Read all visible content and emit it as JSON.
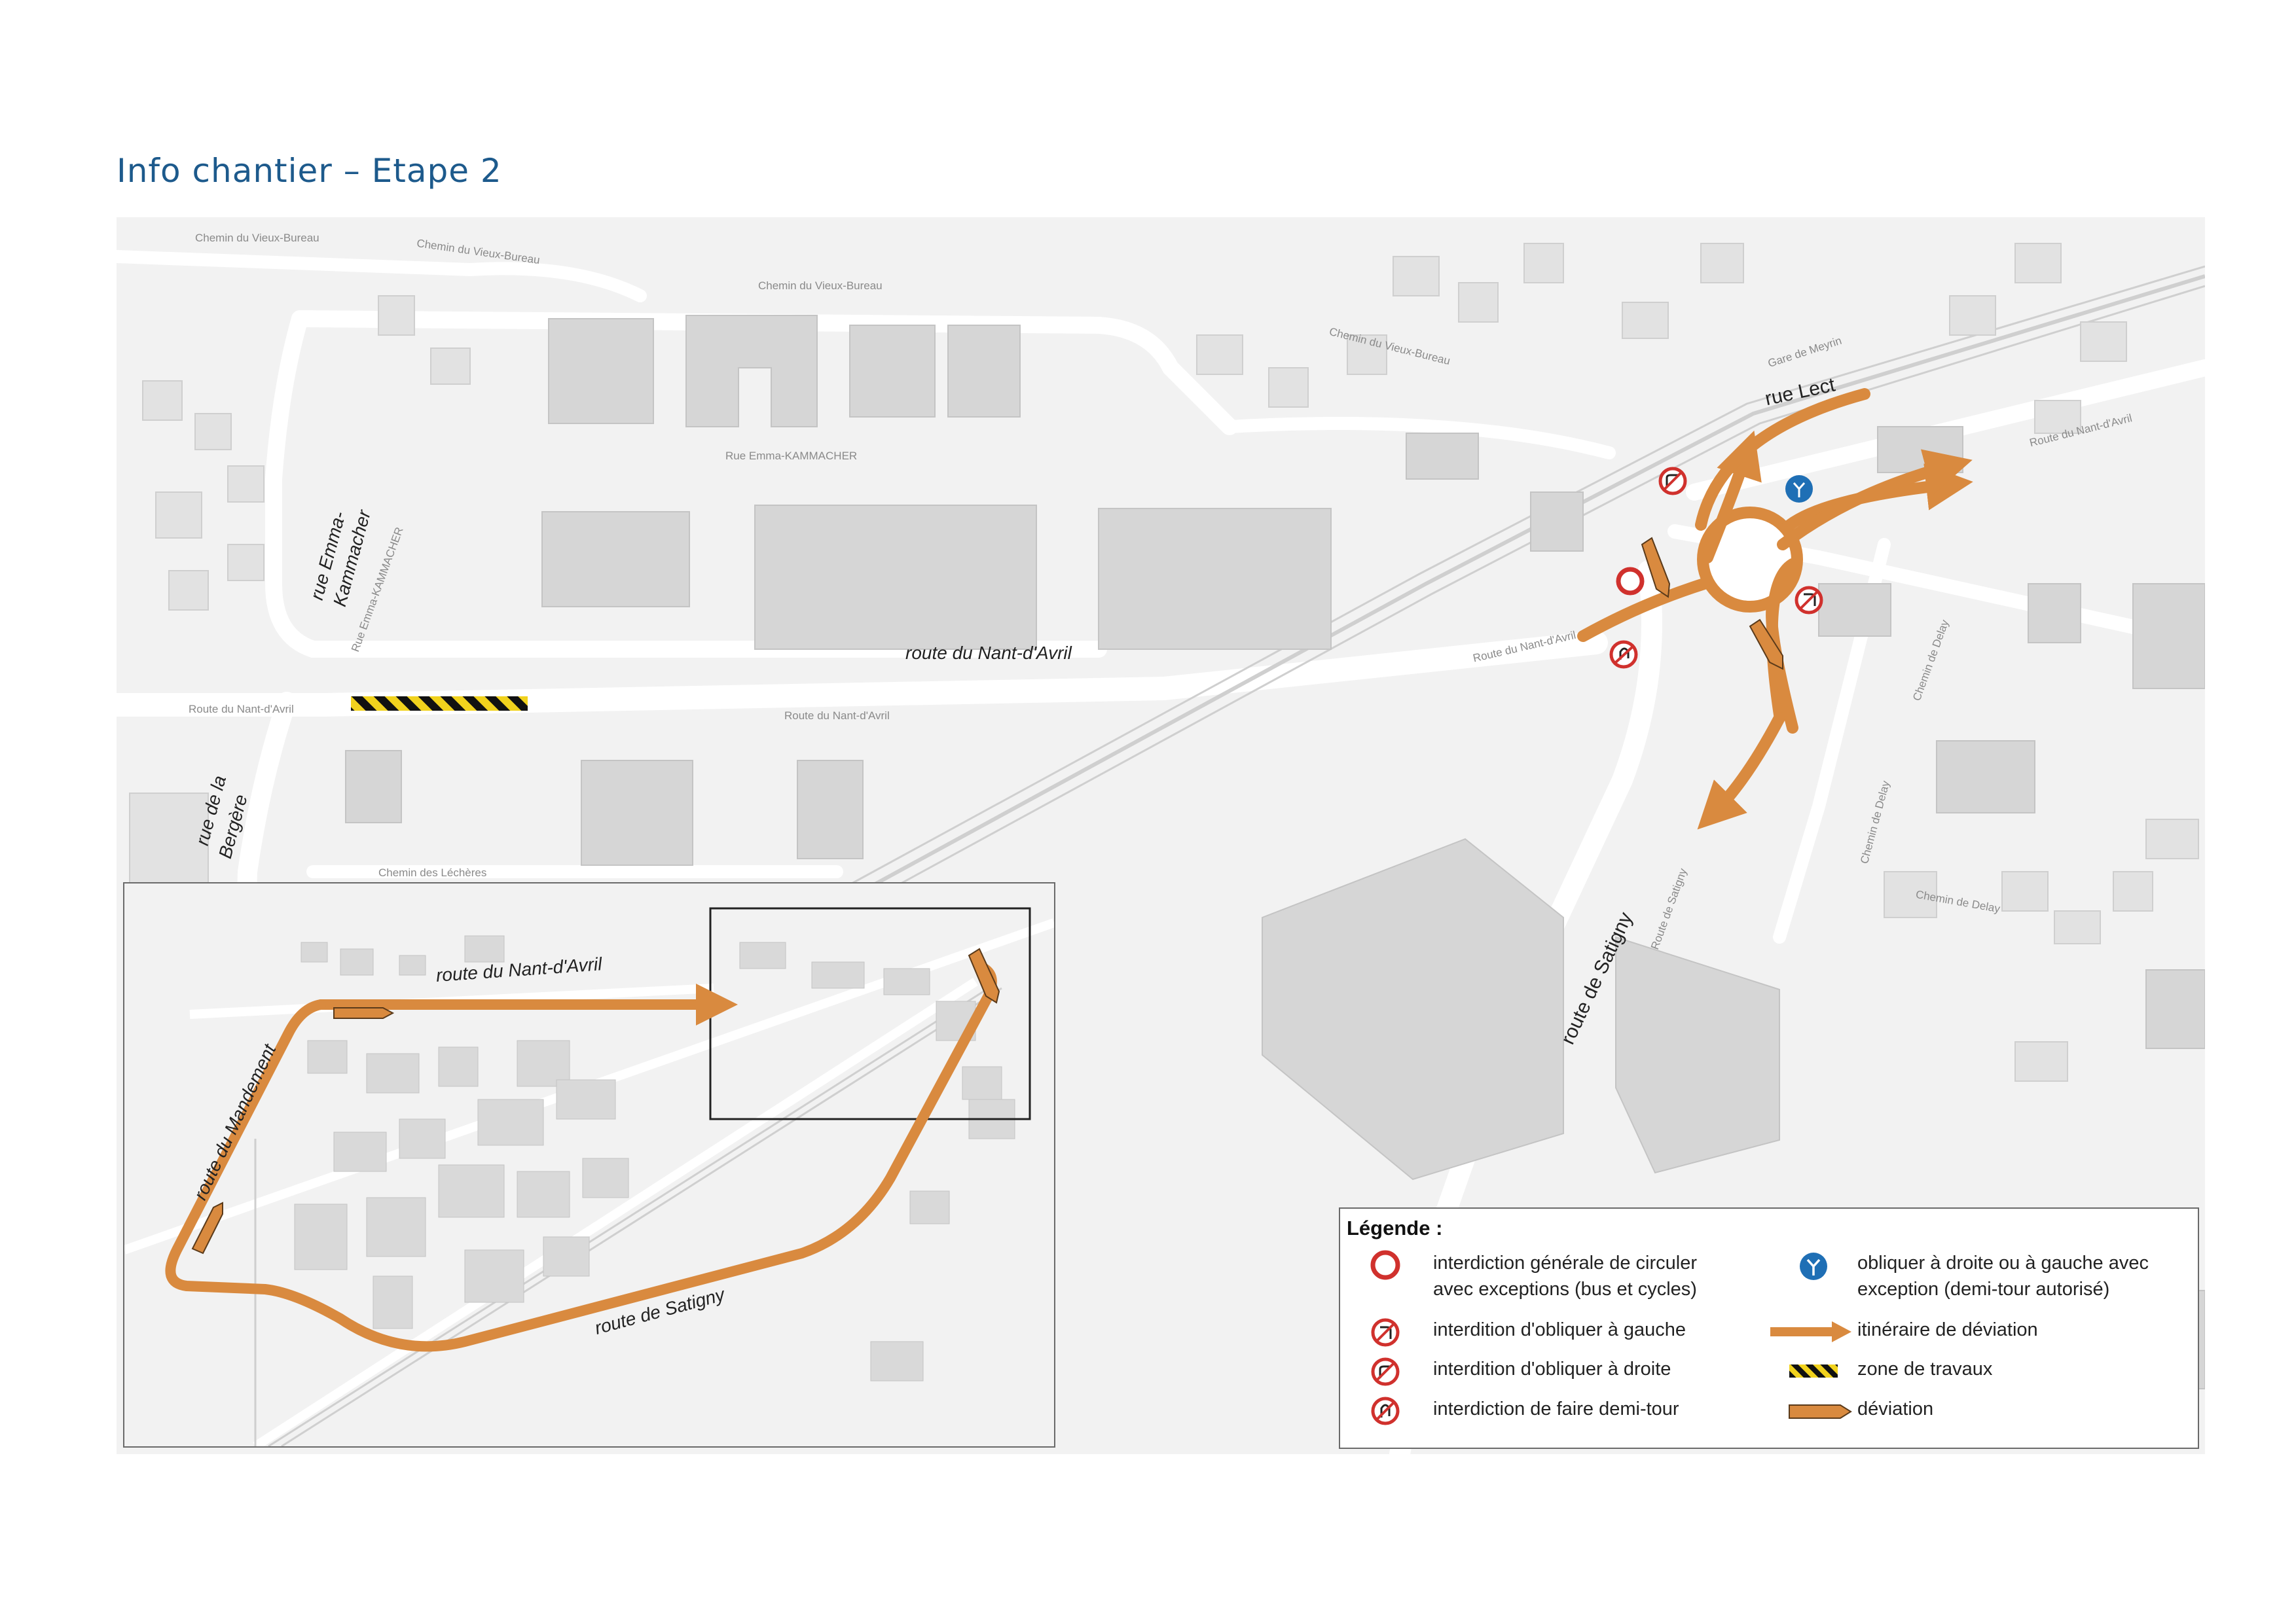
{
  "title": "Info chantier – Etape 2",
  "main_map": {
    "labels": {
      "rue_emma": "rue Emma-\nKammacher",
      "rue_emma_l1": "rue Emma-",
      "rue_emma_l2": "Kammacher",
      "rue_bergere_l1": "rue de la",
      "rue_bergere_l2": "Bergère",
      "route_nant_avril": "route du Nant-d'Avril",
      "rue_lect": "rue Lect",
      "route_satigny": "route de Satigny"
    },
    "street_names": {
      "vieux_bureau_1": "Chemin du Vieux-Bureau",
      "vieux_bureau_2": "Chemin du Vieux-Bureau",
      "vieux_bureau_3": "Chemin du Vieux-Bureau",
      "vieux_bureau_4": "Chemin du Vieux-Bureau",
      "emma_kammacher": "Rue Emma-KAMMACHER",
      "emma_kammacher_v": "Rue Emma-KAMMACHER",
      "nant_avril_1": "Route du Nant-d'Avril",
      "nant_avril_2": "Route du Nant-d'Avril",
      "nant_avril_3": "Route du Nant-d'Avril",
      "nant_avril_4": "Route du Nant-d'Avril",
      "lecheres": "Chemin des Léchères",
      "gare_meyrin": "Gare de Meyrin",
      "delay_1": "Chemin de Delay",
      "delay_2": "Chemin de Delay",
      "delay_3": "Chemin de Delay",
      "satigny_small": "Route de Satigny"
    }
  },
  "inset_map": {
    "labels": {
      "route_nant_avril": "route du Nant-d'Avril",
      "route_mandement": "route du Mandement",
      "route_satigny": "route de Satigny"
    }
  },
  "legend": {
    "title": "Légende :",
    "items": {
      "general_ban_l1": "interdiction générale de circuler",
      "general_ban_l2": "avec exceptions (bus et cycles)",
      "no_left": "interdition d'obliquer à gauche",
      "no_right": "interdition d'obliquer à droite",
      "no_uturn": "interdiction de faire demi-tour",
      "turn_lr_l1": "obliquer à droite ou à gauche avec",
      "turn_lr_l2": "exception (demi-tour autorisé)",
      "detour_route": "itinéraire de déviation",
      "works_zone": "zone de travaux",
      "detour": "déviation"
    }
  },
  "colors": {
    "title": "#1d5a8c",
    "detour_orange": "#d98a3f",
    "ban_red": "#d0312d",
    "info_blue": "#1f6fb5",
    "works_yellow": "#f1d21d"
  }
}
